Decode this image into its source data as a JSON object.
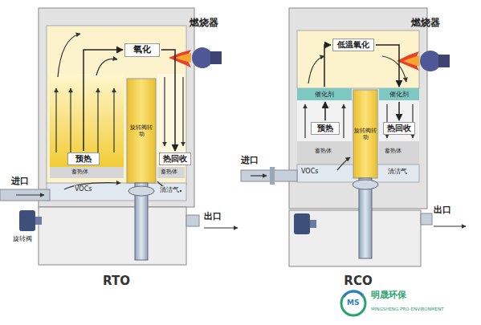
{
  "diagram": {
    "nodes": [
      {
        "text": [
          "RTO"
        ]
      },
      {
        "text": [
          "氧化"
        ],
        "in": 0
      },
      {
        "text": [
          "预热"
        ],
        "in": 0
      },
      {
        "text": [
          "热回收"
        ],
        "in": 0
      },
      {
        "text": [
          "旋转阀转动"
        ],
        "in": 0
      },
      {
        "text": [
          "RCO"
        ]
      },
      {
        "text": [
          "低温氧化"
        ],
        "in": 5
      },
      {
        "text": [
          "催化剂"
        ],
        "in": 5
      },
      {
        "text": [
          "催化剂"
        ],
        "in": 5
      },
      {
        "text": [
          "预热"
        ],
        "in": 5
      },
      {
        "text": [
          "热回收"
        ],
        "in": 5
      },
      {
        "text": [
          "旋转阀转动"
        ],
        "in": 5
      }
    ],
    "edges": [
      {
        "from": 2,
        "to": 1,
        "arrow": "to"
      },
      {
        "from": 1,
        "to": 3,
        "arrow": "to"
      },
      {
        "from": 9,
        "to": 7,
        "arrow": "to"
      },
      {
        "from": 7,
        "to": 6,
        "arrow": "to"
      },
      {
        "from": 6,
        "to": 8,
        "arrow": "to"
      },
      {
        "from": 8,
        "to": 10,
        "arrow": "to"
      }
    ],
    "labels": [
      "燃烧器",
      "蓄热体",
      "蓄热体",
      "VOCs",
      "清洁气",
      "进口",
      "出口",
      "旋转阀",
      "燃烧器",
      "蓄热体",
      "蓄热体",
      "VOCs",
      "清洁气",
      "进口",
      "出口",
      "MS",
      "明晟环保",
      "MINGSHENG PRO-ENVIRONMENT"
    ]
  }
}
